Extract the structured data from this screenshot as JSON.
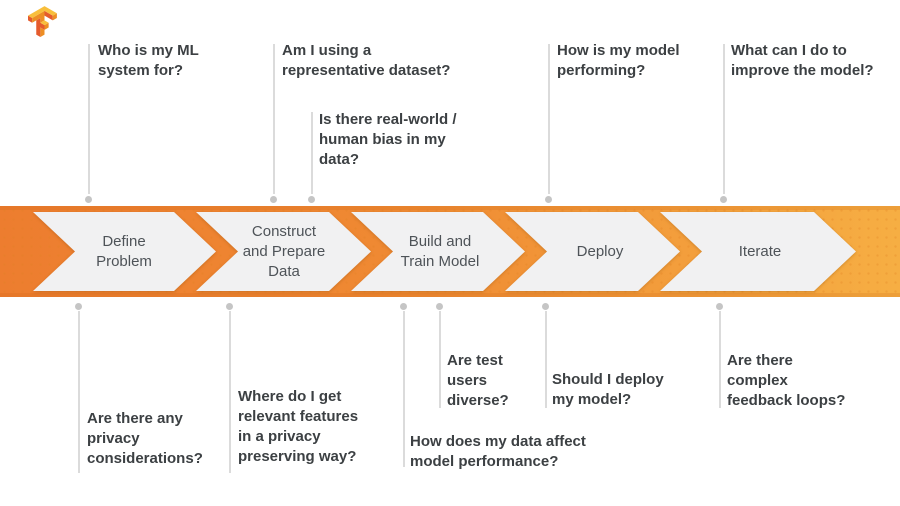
{
  "icons": {
    "logo": "tensorflow-logo"
  },
  "colors": {
    "band_gradient_left": "#ED7D2F",
    "band_gradient_right": "#F6AE43",
    "chevron_fill": "#F1F1F2",
    "stage_text": "#4E5358",
    "question_text": "#3C4043",
    "connector_line": "#DBDBDB",
    "connector_dot": "#C5C5C5",
    "logo_orange_dark": "#E55B2D",
    "logo_orange_mid": "#ED8E24",
    "logo_orange_light": "#F8BF3C"
  },
  "pipeline": {
    "stages": [
      {
        "label": "Define\nProblem"
      },
      {
        "label": "Construct\nand Prepare\nData"
      },
      {
        "label": "Build and\nTrain Model"
      },
      {
        "label": "Deploy"
      },
      {
        "label": "Iterate"
      }
    ]
  },
  "top_questions": [
    {
      "text": "Who is my ML\nsystem for?"
    },
    {
      "text": "Am I using a\nrepresentative dataset?"
    },
    {
      "text": "Is there real-world /\nhuman bias in my\ndata?"
    },
    {
      "text": "How is my model\nperforming?"
    },
    {
      "text": "What can I do to\nimprove the model?"
    }
  ],
  "bottom_questions": [
    {
      "text": "Are there any\nprivacy\nconsiderations?"
    },
    {
      "text": "Where do I get\nrelevant features\nin a privacy\npreserving way?"
    },
    {
      "text": "How does my data affect\nmodel performance?"
    },
    {
      "text": "Are test\nusers\ndiverse?"
    },
    {
      "text": "Should I deploy\nmy model?"
    },
    {
      "text": "Are there\ncomplex\nfeedback loops?"
    }
  ]
}
